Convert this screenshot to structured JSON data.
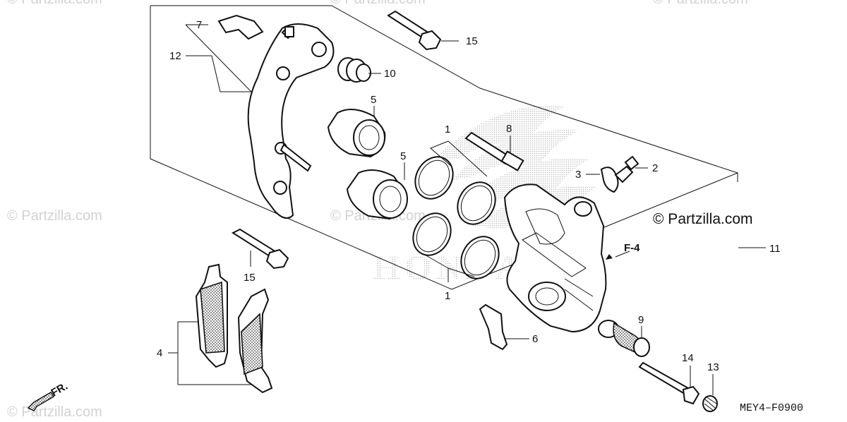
{
  "watermarks": [
    "© Partzilla.com",
    "© Partzilla.com",
    "© Partzilla.com",
    "© Partzilla.com",
    "© Partzilla.com",
    "© Partzilla.com"
  ],
  "watermark_main": "© Partzilla.com",
  "diagram_code": "MEY4–F0900",
  "direction_label": "FR.",
  "ref_label": "F-4",
  "callouts": {
    "c1a": "1",
    "c1b": "1",
    "c2": "2",
    "c3": "3",
    "c4": "4",
    "c5a": "5",
    "c5b": "5",
    "c6": "6",
    "c7": "7",
    "c8": "8",
    "c9": "9",
    "c10": "10",
    "c11": "11",
    "c12": "12",
    "c13": "13",
    "c14": "14",
    "c15a": "15",
    "c15b": "15"
  },
  "logo_text": "HONDA"
}
